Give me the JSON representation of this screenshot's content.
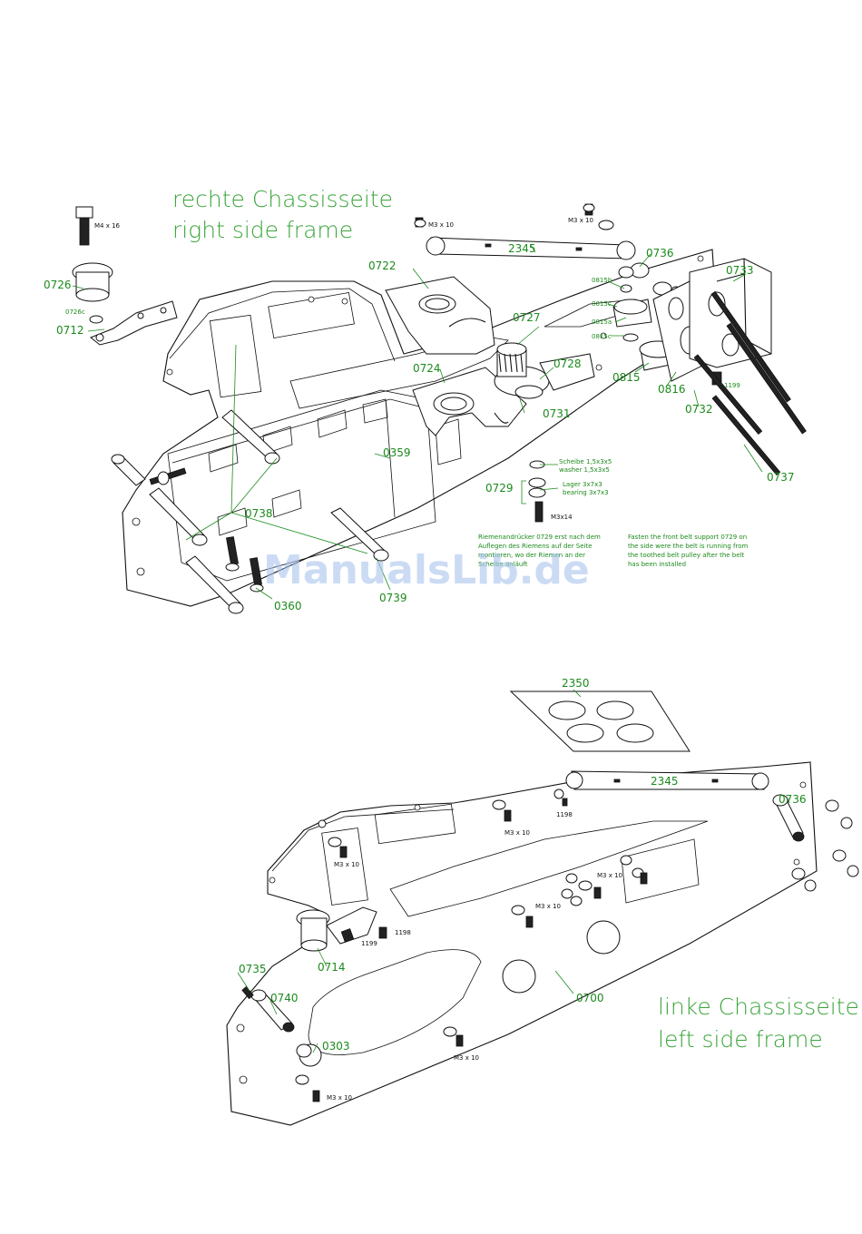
{
  "top": {
    "title_de": "rechte Chassisseite",
    "title_en": "right side frame",
    "screw_m4": "M4 x 16",
    "screw_a": "M3 x 10",
    "screw_b": "M3 x 10",
    "screw_m3x14": "M3x14",
    "labels": {
      "p0726": "0726",
      "p0726c": "0726c",
      "p0712": "0712",
      "p0722": "0722",
      "p2345": "2345",
      "p0736": "0736",
      "p0733": "0733",
      "p0815b": "0815b",
      "p0815c_a": "0815c",
      "p0815a": "0815a",
      "p0815c_b": "0815c",
      "p0727": "0727",
      "p0728": "0728",
      "p0724": "0724",
      "p0731": "0731",
      "p0815": "0815",
      "p0816": "0816",
      "p0732": "0732",
      "p1199": "1199",
      "p0359": "0359",
      "p0737": "0737",
      "p0729": "0729",
      "p0738": "0738",
      "p0360": "0360",
      "p0739": "0739"
    },
    "washer_de": "Scheibe 1,5x3x5",
    "washer_en": "washer 1,5x3x5",
    "bearing_de": "Lager   3x7x3",
    "bearing_en": "bearing 3x7x3",
    "note_de": [
      "Riemenandrücker 0729 erst nach dem",
      "Auflegen des Riemens auf der Seite",
      "montieren, wo der Riemen an der",
      "Scheibe anläuft"
    ],
    "note_en": [
      "Fasten the front belt support 0729 on",
      "the side were the belt is running from",
      "the toothed belt pulley after the belt",
      "has been installed"
    ]
  },
  "bottom": {
    "title_de": "linke Chassisseite",
    "title_en": "left side frame",
    "labels": {
      "p2350": "2350",
      "p2345": "2345",
      "p0736": "0736",
      "p0735": "0735",
      "p0740": "0740",
      "p0714": "0714",
      "p0303": "0303",
      "p0700": "0700"
    },
    "small": {
      "s1": "M3 x 10",
      "s2": "1198",
      "s3": "M3 x 10",
      "s4": "M3 x 10",
      "s5": "M3 x 10",
      "s6": "1198",
      "s7": "1199",
      "s8": "M3 x 10",
      "s9": "M3 x 10"
    }
  },
  "watermark": "ManualsLib.de"
}
